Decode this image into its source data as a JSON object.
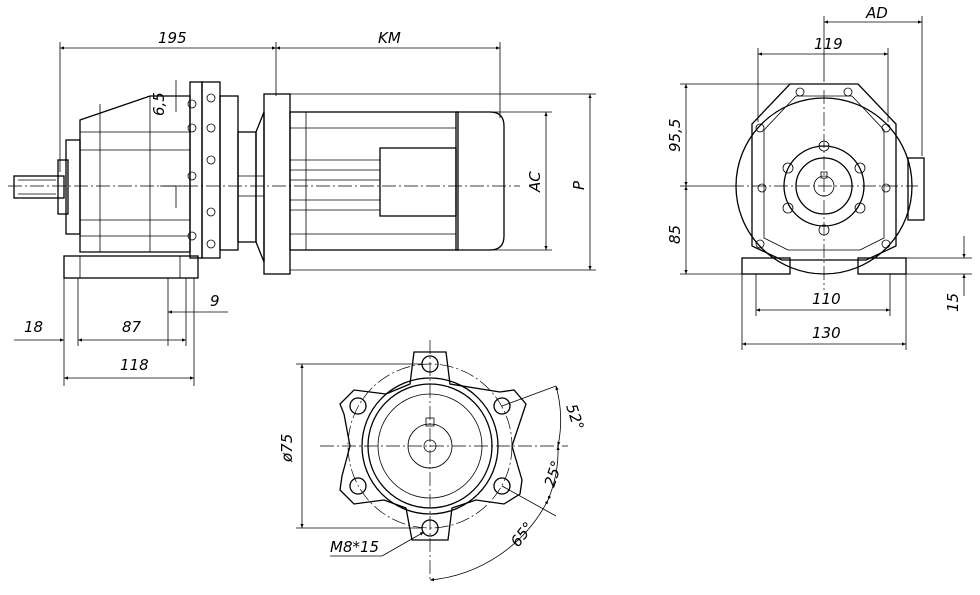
{
  "side_view": {
    "dim_195": "195",
    "dim_km": "KM",
    "dim_6_5": "6,5",
    "dim_ac": "AC",
    "dim_p": "P",
    "dim_18": "18",
    "dim_87": "87",
    "dim_9": "9",
    "dim_118": "118"
  },
  "end_view": {
    "dim_ad": "AD",
    "dim_119": "119",
    "dim_95_5": "95,5",
    "dim_85": "85",
    "dim_110": "110",
    "dim_130": "130",
    "dim_15": "15"
  },
  "flange_view": {
    "dim_d75": "ø75",
    "dim_52deg": "52°",
    "dim_25deg": "25°",
    "dim_65deg": "65°",
    "dim_m8": "M8*15"
  }
}
